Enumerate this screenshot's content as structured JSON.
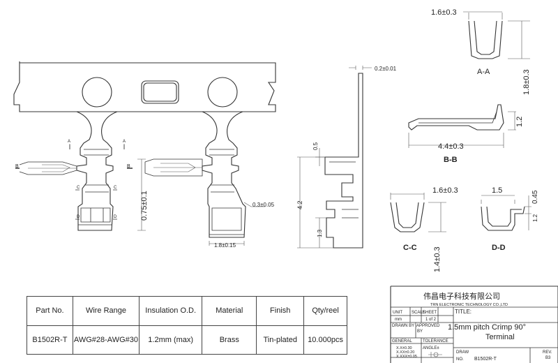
{
  "drawing": {
    "dims": {
      "a_width": "1.6±0.3",
      "a_height": "1.8±0.3",
      "b_height": "1.2",
      "b_length": "4.4±0.3",
      "c_width": "1.6±0.3",
      "c_height": "1.4±0.3",
      "d_width": "1.5",
      "d_h1": "0.45",
      "d_h2": "1.2",
      "thickness": "0.2±0.01",
      "h05": "0.5",
      "h42": "4.2",
      "h13": "1.3",
      "strip_height": "0.75±0.1",
      "pitch": "0.3±0.05",
      "width_bottom": "1.8±0.15"
    },
    "section_labels": {
      "a": "A-A",
      "b": "B-B",
      "c": "C-C",
      "d": "D-D"
    },
    "markers": {
      "a": "A",
      "b": "B",
      "c": "C",
      "d": "D"
    }
  },
  "spec_table": {
    "headers": [
      "Part No.",
      "Wire Range",
      "Insulation O.D.",
      "Material",
      "Finish",
      "Qty/reel"
    ],
    "row": [
      "B1502R-T",
      "AWG#28-AWG#30",
      "1.2mm (max)",
      "Brass",
      "Tin-plated",
      "10.000pcs"
    ]
  },
  "title_block": {
    "company_cn": "伟昌电子科技有限公司",
    "company_en": "TRN ELECTRONIC TECHNOLOGY CO.,LTD",
    "unit_label": "UNIT",
    "unit_value": "mm",
    "scale_label": "SCALE",
    "sheet_label": "SHEET",
    "sheet_value": "1 of 2",
    "title_label": "TITLE:",
    "title_line1": "1.5mm pitch Crimp 90°",
    "title_line2": "Terminal",
    "drawn_by": "DRAWN BY",
    "approved_by": "APPROVED BY",
    "general_label": "GENERAL",
    "tolerance_label": "TOLERANCE",
    "tol1": "X.X±0.30",
    "tol2": "X.XX±0.20",
    "tol3": "X.XXX±0.05",
    "angle_label": "ANGLE±",
    "draw_no_label1": "DRAW",
    "draw_no_label2": "NO.",
    "draw_no_value": "B1502R-T",
    "rev_label": "REV.",
    "rev_value": "B3"
  }
}
